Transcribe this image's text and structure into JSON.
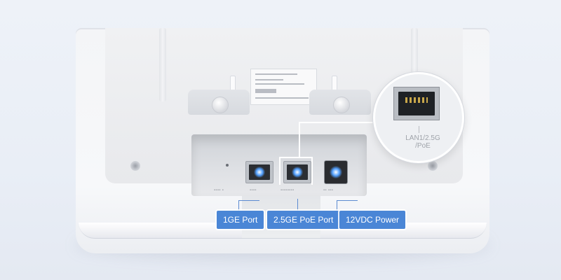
{
  "scene": "access-point-rear-ports",
  "callouts": {
    "port_1ge": "1GE Port",
    "port_25ge_poe": "2.5GE PoE Port",
    "port_12vdc": "12VDC Power"
  },
  "zoom": {
    "label_line1": "LAN1/2.5G",
    "label_line2": "/PoE"
  },
  "colors": {
    "badge": "#4a86d6",
    "port_led": "#52a0ff",
    "background": "#eef2f8"
  }
}
